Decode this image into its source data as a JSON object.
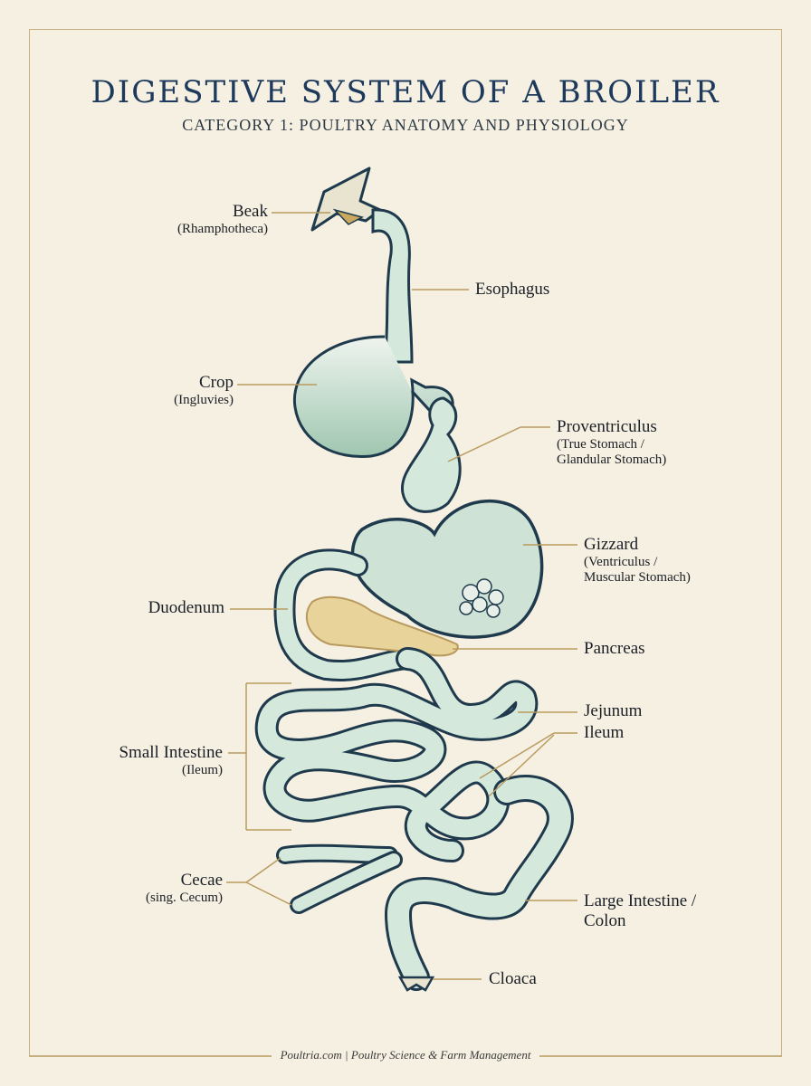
{
  "title": "DIGESTIVE SYSTEM OF A BROILER",
  "subtitle": "CATEGORY 1: POULTRY ANATOMY AND PHYSIOLOGY",
  "labels": {
    "beak": {
      "name": "Beak",
      "sub": "(Rhamphotheca)"
    },
    "esophagus": {
      "name": "Esophagus"
    },
    "crop": {
      "name": "Crop",
      "sub": "(Ingluvies)"
    },
    "proventriculus": {
      "name": "Proventriculus",
      "sub1": "(True Stomach /",
      "sub2": "Glandular Stomach)"
    },
    "gizzard": {
      "name": "Gizzard",
      "sub1": "(Ventriculus /",
      "sub2": "Muscular Stomach)"
    },
    "duodenum": {
      "name": "Duodenum"
    },
    "pancreas": {
      "name": "Pancreas"
    },
    "jejunum": {
      "name": "Jejunum"
    },
    "ileum": {
      "name": "Ileum"
    },
    "small_intestine": {
      "name": "Small Intestine",
      "sub": "(Ileum)"
    },
    "cecae": {
      "name": "Cecae",
      "sub": "(sing. Cecum)"
    },
    "large_intestine": {
      "name": "Large Intestine /",
      "name2": "Colon"
    },
    "cloaca": {
      "name": "Cloaca"
    }
  },
  "footer": "Poultria.com | Poultry Science & Farm Management",
  "colors": {
    "outline": "#1e3a4c",
    "organ_fill": "#d5e8dc",
    "organ_shade": "#9fc6b0",
    "pancreas_fill": "#e8d49a",
    "leader_line": "#b89a5e",
    "border": "#c7b07f",
    "background": "#f6f0e2"
  }
}
